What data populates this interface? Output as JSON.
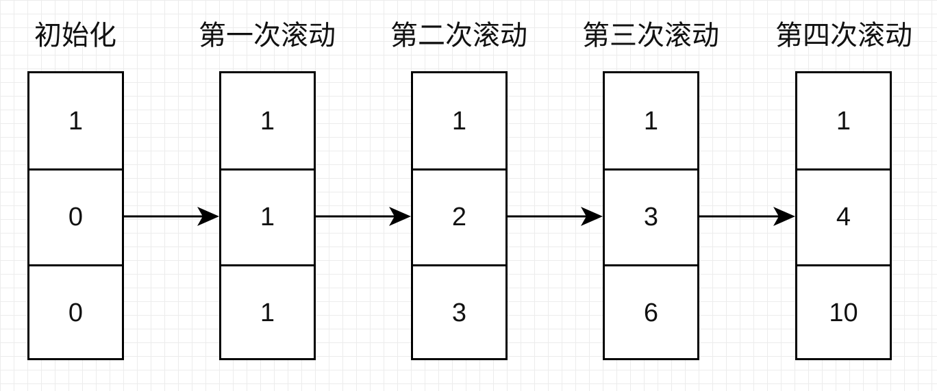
{
  "columns": [
    {
      "title": "初始化",
      "values": [
        "1",
        "0",
        "0"
      ]
    },
    {
      "title": "第一次滚动",
      "values": [
        "1",
        "1",
        "1"
      ]
    },
    {
      "title": "第二次滚动",
      "values": [
        "1",
        "2",
        "3"
      ]
    },
    {
      "title": "第三次滚动",
      "values": [
        "1",
        "3",
        "6"
      ]
    },
    {
      "title": "第四次滚动",
      "values": [
        "1",
        "4",
        "10"
      ]
    }
  ],
  "colors": {
    "stroke": "#000000",
    "grid": "#ececec",
    "background": "#ffffff"
  }
}
